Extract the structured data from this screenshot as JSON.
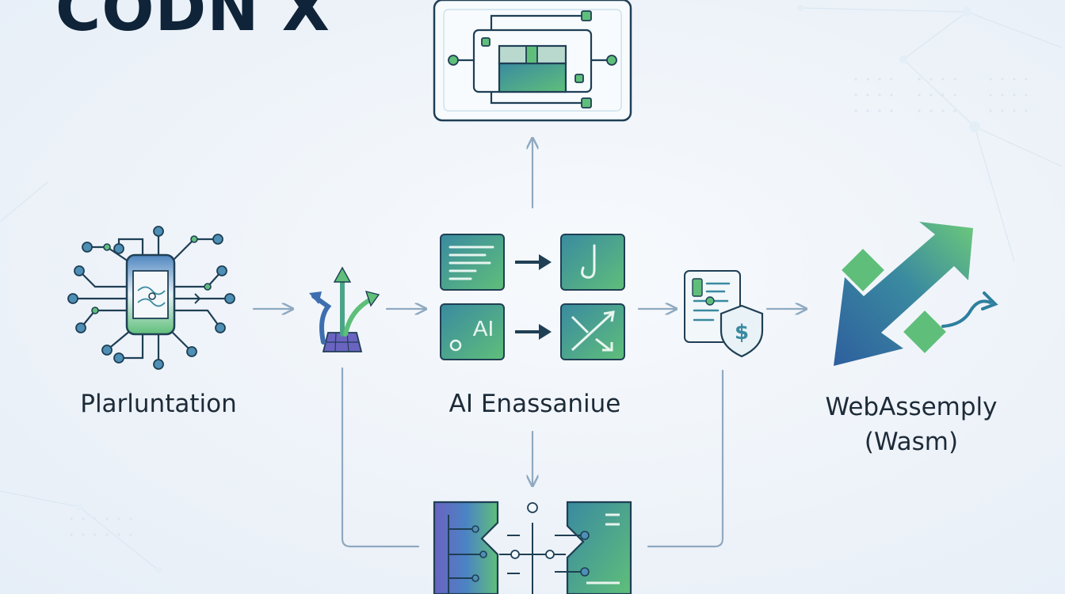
{
  "brand": {
    "title": "CODN X"
  },
  "nodes": {
    "planning": {
      "label": "Plarluntation",
      "icon": "circuit-chip-icon"
    },
    "branching": {
      "icon": "branching-arrows-icon"
    },
    "ai": {
      "label": "AI Enassaniue",
      "icon_text": "AI",
      "tiles": [
        "document-lines-icon",
        "hook-icon",
        "ai-node-icon",
        "crossing-arrows-icon"
      ]
    },
    "billing": {
      "icon": "invoice-shield-icon",
      "currency_symbol": "$"
    },
    "wasm": {
      "label_line1": "WebAssemply",
      "label_line2": "(Wasm)",
      "icon": "diagonal-arrow-icon"
    },
    "top_module": {
      "icon": "circuit-board-icon"
    },
    "bottom_module": {
      "icon": "server-rack-icon"
    }
  },
  "colors": {
    "navy": "#0f2438",
    "teal": "#3a8aa0",
    "green": "#5fbf7a",
    "blue": "#3d6fb0",
    "purple": "#6a63c0",
    "line": "#8fa9c0",
    "text": "#1d2b38"
  }
}
